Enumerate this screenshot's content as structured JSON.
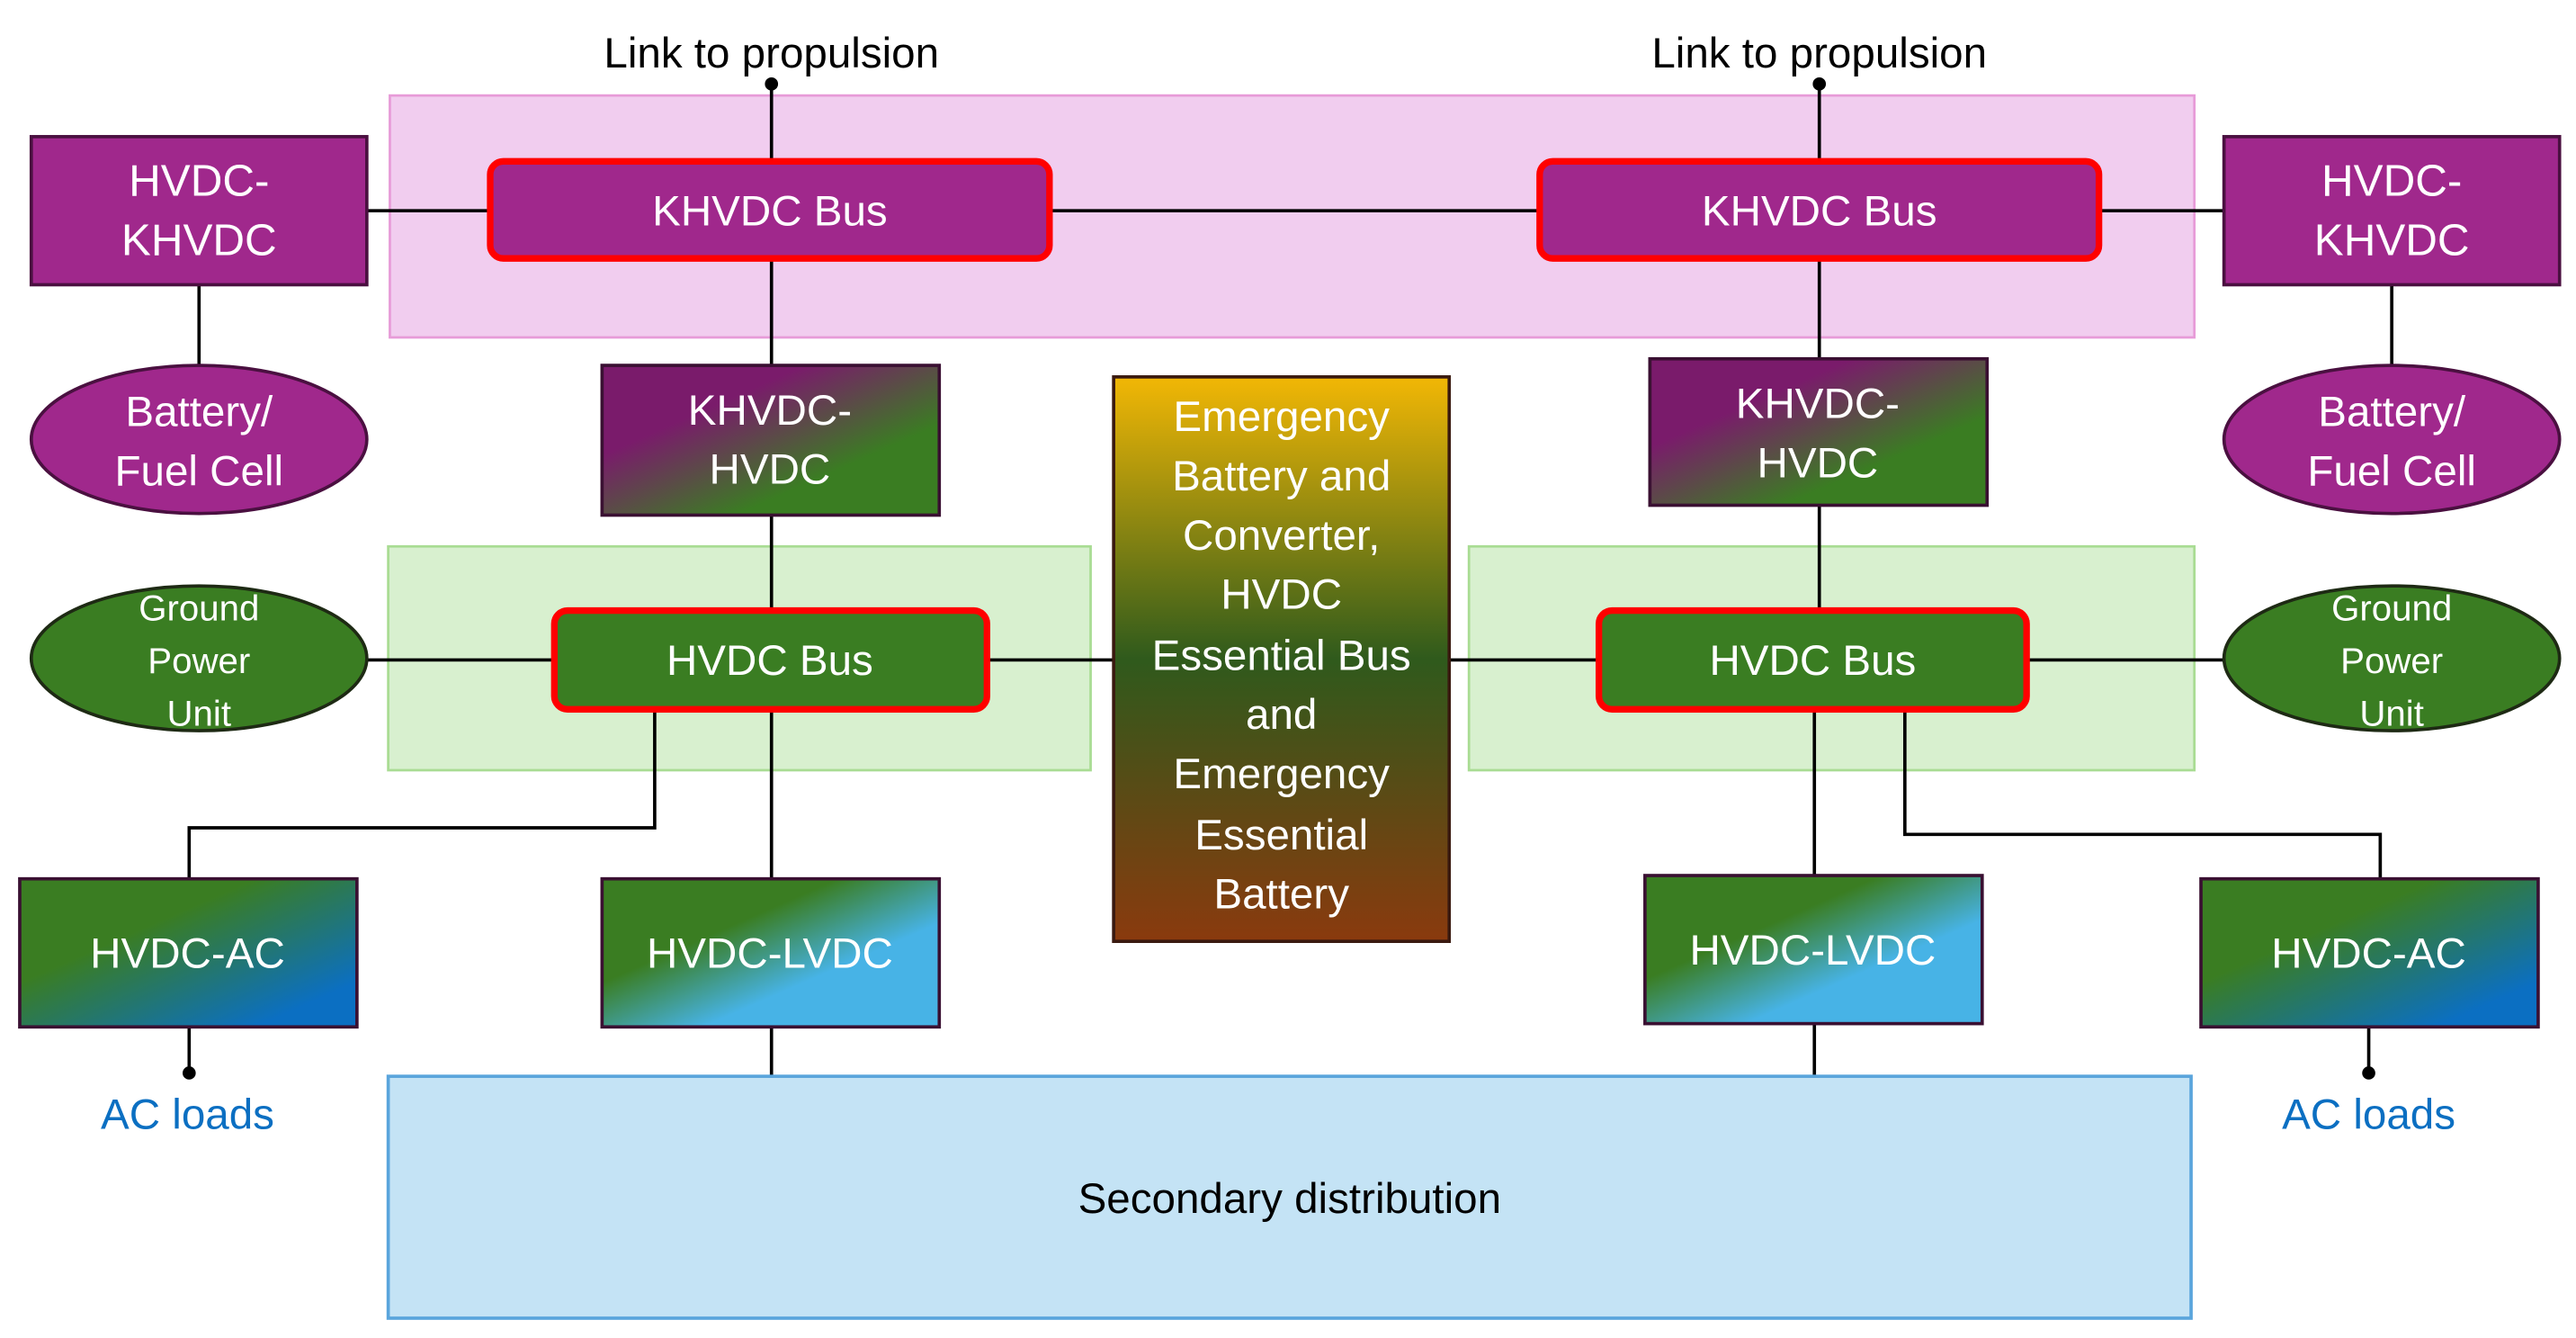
{
  "top_left_link": "Link to propulsion",
  "top_right_link": "Link to propulsion",
  "left_hvdc_khvdc": [
    "HVDC-",
    "KHVDC"
  ],
  "right_hvdc_khvdc": [
    "HVDC-",
    "KHVDC"
  ],
  "left_khvdc_bus": "KHVDC Bus",
  "right_khvdc_bus": "KHVDC Bus",
  "left_battery": [
    "Battery/",
    "Fuel Cell"
  ],
  "right_battery": [
    "Battery/",
    "Fuel Cell"
  ],
  "left_khvdc_hvdc": [
    "KHVDC-",
    "HVDC"
  ],
  "right_khvdc_hvdc": [
    "KHVDC-",
    "HVDC"
  ],
  "emergency": [
    "Emergency",
    "Battery and",
    "Converter,",
    "HVDC",
    "Essential Bus",
    "and",
    "Emergency",
    "Essential",
    "Battery"
  ],
  "left_gpu": [
    "Ground",
    "Power",
    "Unit"
  ],
  "right_gpu": [
    "Ground",
    "Power",
    "Unit"
  ],
  "left_hvdc_bus": "HVDC Bus",
  "right_hvdc_bus": "HVDC Bus",
  "left_hvdc_ac": "HVDC-AC",
  "right_hvdc_ac": "HVDC-AC",
  "left_hvdc_lvdc": "HVDC-LVDC",
  "right_hvdc_lvdc": "HVDC-LVDC",
  "left_ac_loads": "AC loads",
  "right_ac_loads": "AC loads",
  "secondary": "Secondary distribution",
  "colors": {
    "purple": "#a0288c",
    "dark_purple": "#7a1b6b",
    "green": "#3a7d22",
    "red_border": "#ff0000",
    "pink_zone": "#f1cdef",
    "green_zone": "#d8f0cf",
    "blue_zone": "#c4e3f5",
    "sky": "#47b3e6",
    "ac_blue": "#0b6fc2"
  }
}
